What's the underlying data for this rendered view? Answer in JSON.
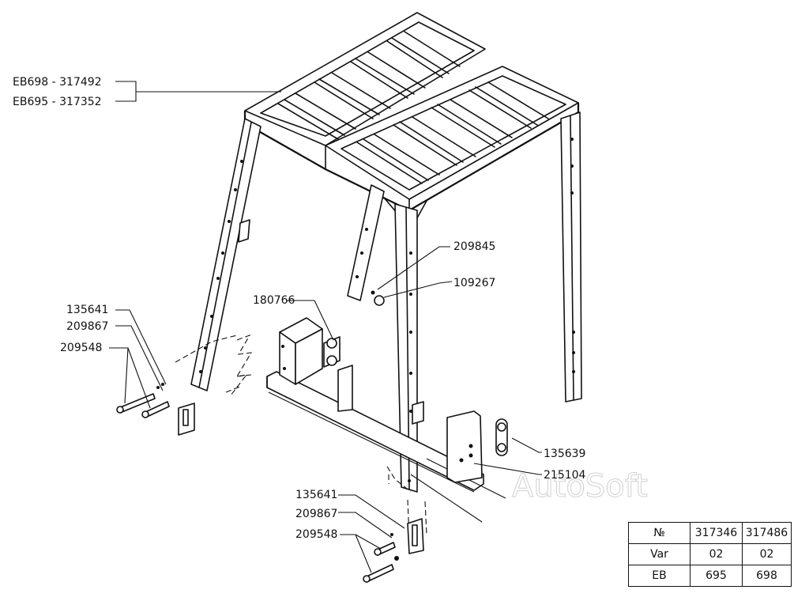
{
  "labels": {
    "eb698": "EB698 - 317492",
    "eb695": "EB695 - 317352",
    "p209845": "209845",
    "p109267": "109267",
    "p180766": "180766",
    "p135641_top": "135641",
    "p209867_top": "209867",
    "p209548_top": "209548",
    "p135639": "135639",
    "p215104": "215104",
    "p135641_bot": "135641",
    "p209867_bot": "209867",
    "p209548_bot": "209548"
  },
  "watermark": "AutoSoft",
  "table": {
    "header": [
      "№",
      "317346",
      "317486"
    ],
    "rows": [
      [
        "Var",
        "02",
        "02"
      ],
      [
        "EB",
        "695",
        "698"
      ]
    ]
  }
}
